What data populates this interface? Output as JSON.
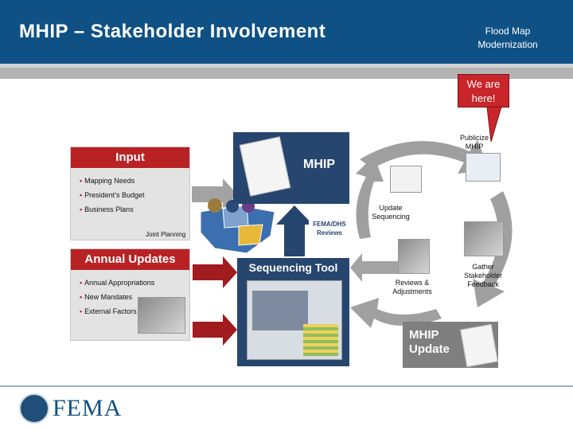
{
  "header": {
    "title": "MHIP – Stakeholder Involvement",
    "subtitle_line1": "Flood Map",
    "subtitle_line2": "Modernization"
  },
  "callout": {
    "line1": "We are",
    "line2": "here!"
  },
  "input_panel": {
    "title": "Input",
    "items": [
      "Mapping Needs",
      "President’s Budget",
      "Business Plans"
    ],
    "caption": "Joint Planning"
  },
  "updates_panel": {
    "title": "Annual Updates",
    "items": [
      "Annual Appropriations",
      "New Mandates",
      "External Factors"
    ]
  },
  "mhip_box": {
    "label": "MHIP"
  },
  "reviews_box": {
    "line1": "FEMA/DHS",
    "line2": "Reviews"
  },
  "sequencing_tool": {
    "title": "Sequencing Tool"
  },
  "mhip_update": {
    "line1": "MHIP",
    "line2": "Update"
  },
  "cycle_labels": {
    "publicize_line1": "Publicize",
    "publicize_line2": "MHIP",
    "update_line1": "Update",
    "update_line2": "Sequencing",
    "reviews_line1": "Reviews &",
    "reviews_line2": "Adjustments",
    "gather_line1": "Gather",
    "gather_line2": "Stakeholder",
    "gather_line3": "Feedback"
  },
  "footer": {
    "logo_text": "FEMA"
  },
  "colors": {
    "header_blue": "#0f5185",
    "accent_red": "#b92224",
    "arrow_gray": "#8c8c8c",
    "arrow_dark_red": "#a01c1f",
    "navy_box": "#27466f"
  }
}
